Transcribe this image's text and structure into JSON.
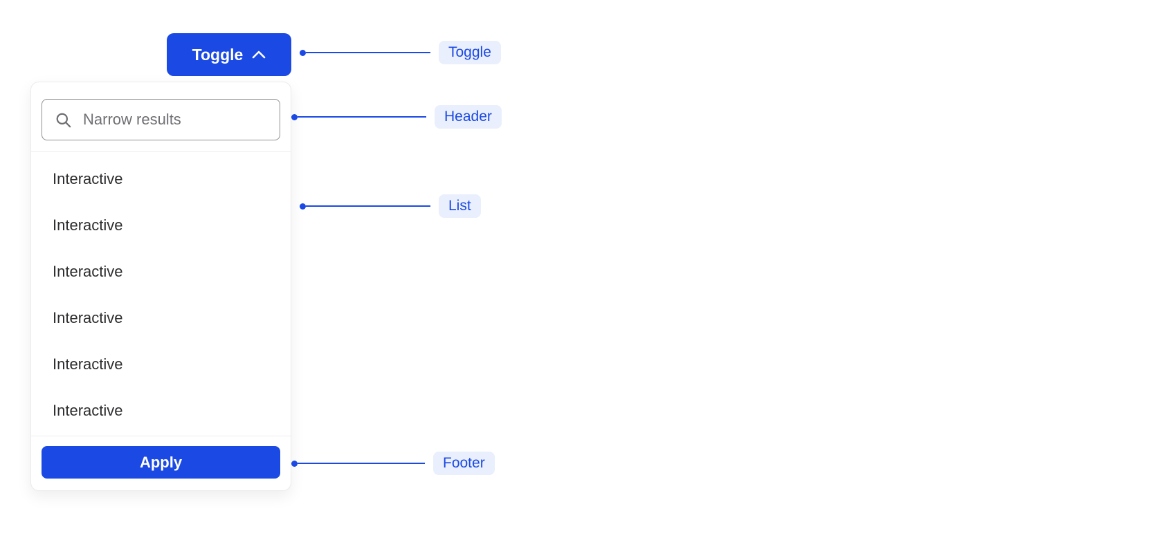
{
  "colors": {
    "accent_blue": "#1b49e4",
    "annotation_pill_bg": "#e9effc",
    "annotation_text": "#1b49e4"
  },
  "toggle_button": {
    "label": "Toggle"
  },
  "dropdown": {
    "header": {
      "search_placeholder": "Narrow results"
    },
    "list": {
      "items": [
        "Interactive",
        "Interactive",
        "Interactive",
        "Interactive",
        "Interactive",
        "Interactive"
      ]
    },
    "footer": {
      "apply_label": "Apply"
    }
  },
  "annotations": {
    "toggle": "Toggle",
    "header": "Header",
    "list": "List",
    "footer": "Footer"
  }
}
